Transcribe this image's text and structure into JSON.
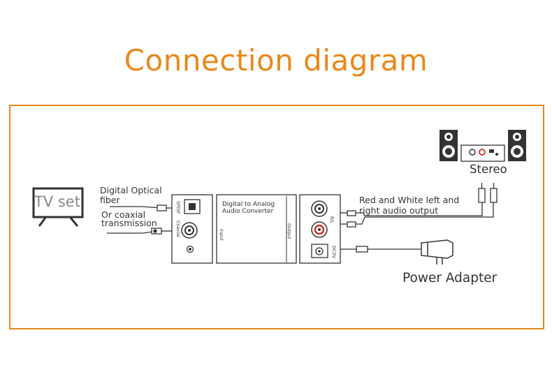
{
  "title": "Connection diagram",
  "colors": {
    "accent": "#e8891a",
    "line": "#333333",
    "red_jack": "#d0302a"
  },
  "tv": {
    "label": "TV set"
  },
  "inputs": {
    "optical_label": "Digital Optical fiber",
    "optical_line1": "Digital Optical",
    "optical_line2": "fiber",
    "coax_line1": "Or coaxial",
    "coax_line2": "transmission"
  },
  "converter": {
    "input_panel": {
      "spdif": "SPDIF",
      "coaxial": "Coaxial"
    },
    "body": {
      "name_line1": "Digital to Analog",
      "name_line2": "Audio Converter",
      "input": "Input",
      "output": "Output"
    },
    "output_panel": {
      "rl": "R/L",
      "dc5v": "DC5V"
    }
  },
  "audio_output": {
    "line1": "Red and White left and",
    "line2": "right audio output"
  },
  "stereo": {
    "label": "Stereo"
  },
  "power": {
    "label": "Power Adapter"
  }
}
